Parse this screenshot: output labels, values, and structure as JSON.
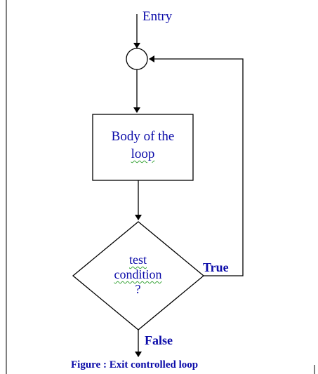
{
  "diagram": {
    "entry_label": "Entry",
    "box_line1": "Body of the",
    "box_line2": "loop",
    "decision_line1": "test",
    "decision_line2": "condition",
    "decision_line3": "?",
    "true_label": "True",
    "false_label": "False",
    "caption": "Figure : Exit controlled loop"
  },
  "colors": {
    "text": "#0a0aa8",
    "lines": "#000000",
    "spellcheck_underline": "#3aa53a"
  }
}
